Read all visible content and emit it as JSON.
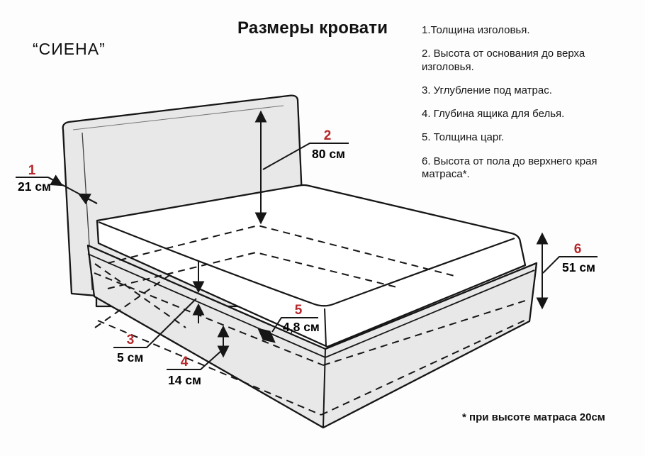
{
  "header": {
    "title": "Размеры кровати",
    "model_name": "“СИЕНА”"
  },
  "legend": {
    "items": [
      "1.Толщина изголовья.",
      "2. Высота от основания до верха изголовья.",
      "3. Углубление под матрас.",
      "4. Глубина ящика для белья.",
      "5. Толщина царг.",
      "6. Высота от пола до верхнего края матраса*."
    ]
  },
  "callouts": {
    "c1": {
      "num": "1",
      "value": "21 см",
      "meaning": "Толщина изголовья"
    },
    "c2": {
      "num": "2",
      "value": "80 см",
      "meaning": "Высота от основания до верха изголовья"
    },
    "c3": {
      "num": "3",
      "value": "5 см",
      "meaning": "Углубление под матрас"
    },
    "c4": {
      "num": "4",
      "value": "14 см",
      "meaning": "Глубина ящика для белья"
    },
    "c5": {
      "num": "5",
      "value": "4,8 см",
      "meaning": "Толщина царг"
    },
    "c6": {
      "num": "6",
      "value": "51 см",
      "meaning": "Высота от пола до верхнего края матраса"
    }
  },
  "footnote": "* при высоте матраса 20см",
  "colors": {
    "accent_red": "#b5272a",
    "line": "#161616",
    "panel_gray": "#e8e8e8",
    "mattress_white": "#ffffff"
  }
}
